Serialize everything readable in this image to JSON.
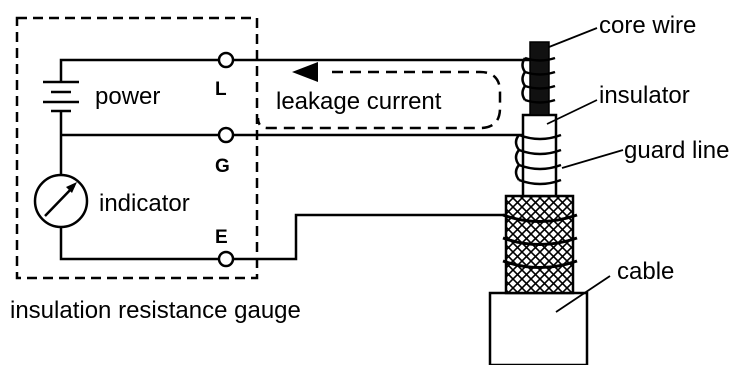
{
  "labels": {
    "core_wire": "core wire",
    "insulator": "insulator",
    "guard_line": "guard line",
    "cable": "cable",
    "power": "power",
    "indicator": "indicator",
    "leakage_current": "leakage current",
    "gauge": "insulation resistance gauge"
  },
  "terminals": {
    "line": "L",
    "guard": "G",
    "earth": "E"
  },
  "colors": {
    "ink": "#000000",
    "background": "#ffffff"
  }
}
